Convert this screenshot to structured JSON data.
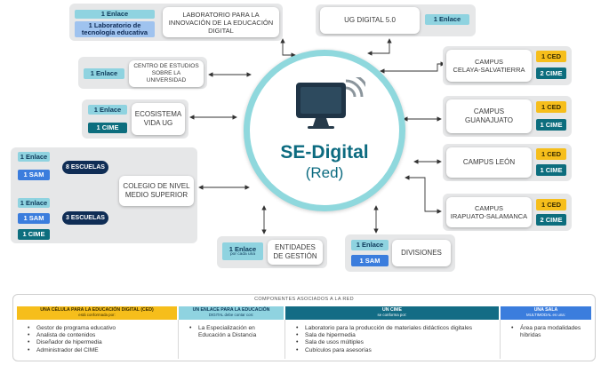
{
  "center": {
    "title": "SE-Digital",
    "subtitle": "(Red)"
  },
  "nodes": {
    "laboratorio": {
      "label": "LABORATORIO PARA LA\nINNOVACIÓN DE LA EDUCACIÓN\nDIGITAL",
      "tags": [
        "1 Enlace",
        "1 Laboratorio de\ntecnología educativa"
      ]
    },
    "ug_digital": {
      "label": "UG DIGITAL 5.0",
      "tags": [
        "1 Enlace"
      ]
    },
    "centro_estudios": {
      "label": "CENTRO DE ESTUDIOS\nSOBRE LA\nUNIVERSIDAD",
      "tags": [
        "1 Enlace"
      ]
    },
    "ecosistema": {
      "label": "ECOSISTEMA\nVIDA UG",
      "tags": [
        "1 Enlace",
        "1 CIME"
      ]
    },
    "colegio": {
      "label": "COLEGIO DE NIVEL\nMEDIO SUPERIOR",
      "group1": {
        "pill": "8 ESCUELAS",
        "tags": [
          "1 Enlace",
          "1 SAM"
        ]
      },
      "group2": {
        "pill": "3 ESCUELAS",
        "tags": [
          "1 Enlace",
          "1 SAM",
          "1 CIME"
        ]
      }
    },
    "entidades": {
      "label": "ENTIDADES\nDE GESTIÓN",
      "tag_main": "1 Enlace",
      "tag_sub": "por cada una"
    },
    "divisiones": {
      "label": "DIVISIONES",
      "tags": [
        "1 Enlace",
        "1 SAM"
      ]
    },
    "celaya": {
      "label": "CAMPUS\nCELAYA-SALVATIERRA",
      "tags": [
        "1 CED",
        "2 CIME"
      ]
    },
    "guanajuato": {
      "label": "CAMPUS\nGUANAJUATO",
      "tags": [
        "1 CED",
        "1 CIME"
      ]
    },
    "leon": {
      "label": "CAMPUS LEÓN",
      "tags": [
        "1 CED",
        "1 CIME"
      ]
    },
    "irapuato": {
      "label": "CAMPUS\nIRAPUATO-SALAMANCA",
      "tags": [
        "1 CED",
        "2 CIME"
      ]
    }
  },
  "components": {
    "caption": "COMPONENTES ASOCIADOS A LA RED",
    "columns": [
      {
        "title": "UNA CÉLULA PARA LA EDUCACIÓN DIGITAL (CED)",
        "subtitle": "está conformada por:",
        "color": "#f6be1b",
        "items": [
          "Gestor de programa educativo",
          "Analista de contenidos",
          "Diseñador de hipermedia",
          "Administrador del CIME"
        ]
      },
      {
        "title": "UN ENLACE PARA LA EDUCACIÓN",
        "subtitle": "DIGITAL debe contar con:",
        "color": "#8fd3e0",
        "items": [
          "La Especialización en",
          "Educación a Distancia"
        ]
      },
      {
        "title": "UN CIME",
        "subtitle": "se conforma por:",
        "color": "#136c85",
        "items": [
          "Laboratorio para la producción de materiales didácticos digitales",
          "Sala de hipermedia",
          "Sala de usos múltiples",
          "Cubículos para asesorías"
        ]
      },
      {
        "title": "UNA SALA",
        "subtitle": "MULTIMODAL es una:",
        "color": "#3b7ddd",
        "items": [
          "Área para modalidades",
          "híbridas"
        ]
      }
    ]
  },
  "colors": {
    "light_tag": "#8fd3e0",
    "dark_tag": "#0d6e7e",
    "sam_tag": "#3b7ddd",
    "ced_tag": "#f6be1b",
    "ring": "#8fd8dd",
    "center_text": "#0c6b80",
    "pill": "#0f2d55"
  }
}
